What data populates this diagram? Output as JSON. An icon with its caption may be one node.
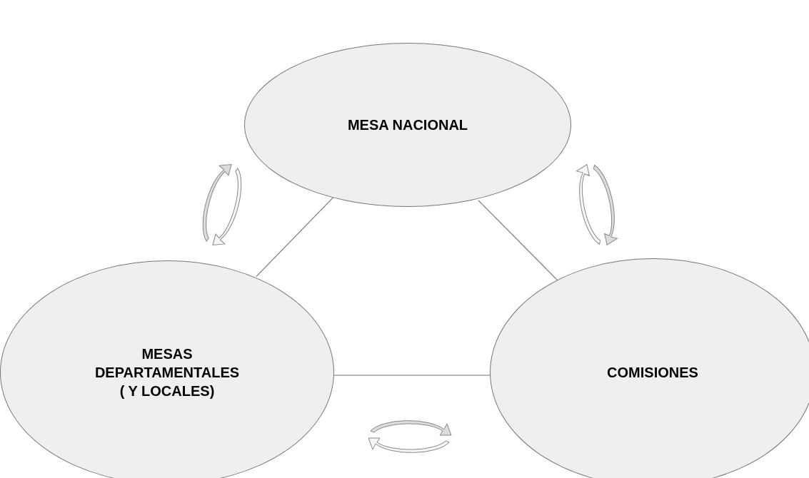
{
  "diagram": {
    "nodes": [
      {
        "text": [
          "MESA NACIONAL"
        ]
      },
      {
        "text": [
          "MESAS DEPARTAMENTALES ( Y LOCALES)"
        ]
      },
      {
        "text": [
          "COMISIONES"
        ]
      }
    ],
    "edges": [
      {
        "from": 0,
        "to": 1,
        "arrow": "none"
      },
      {
        "from": 0,
        "to": 2,
        "arrow": "none"
      },
      {
        "from": 1,
        "to": 2,
        "arrow": "none"
      }
    ]
  }
}
